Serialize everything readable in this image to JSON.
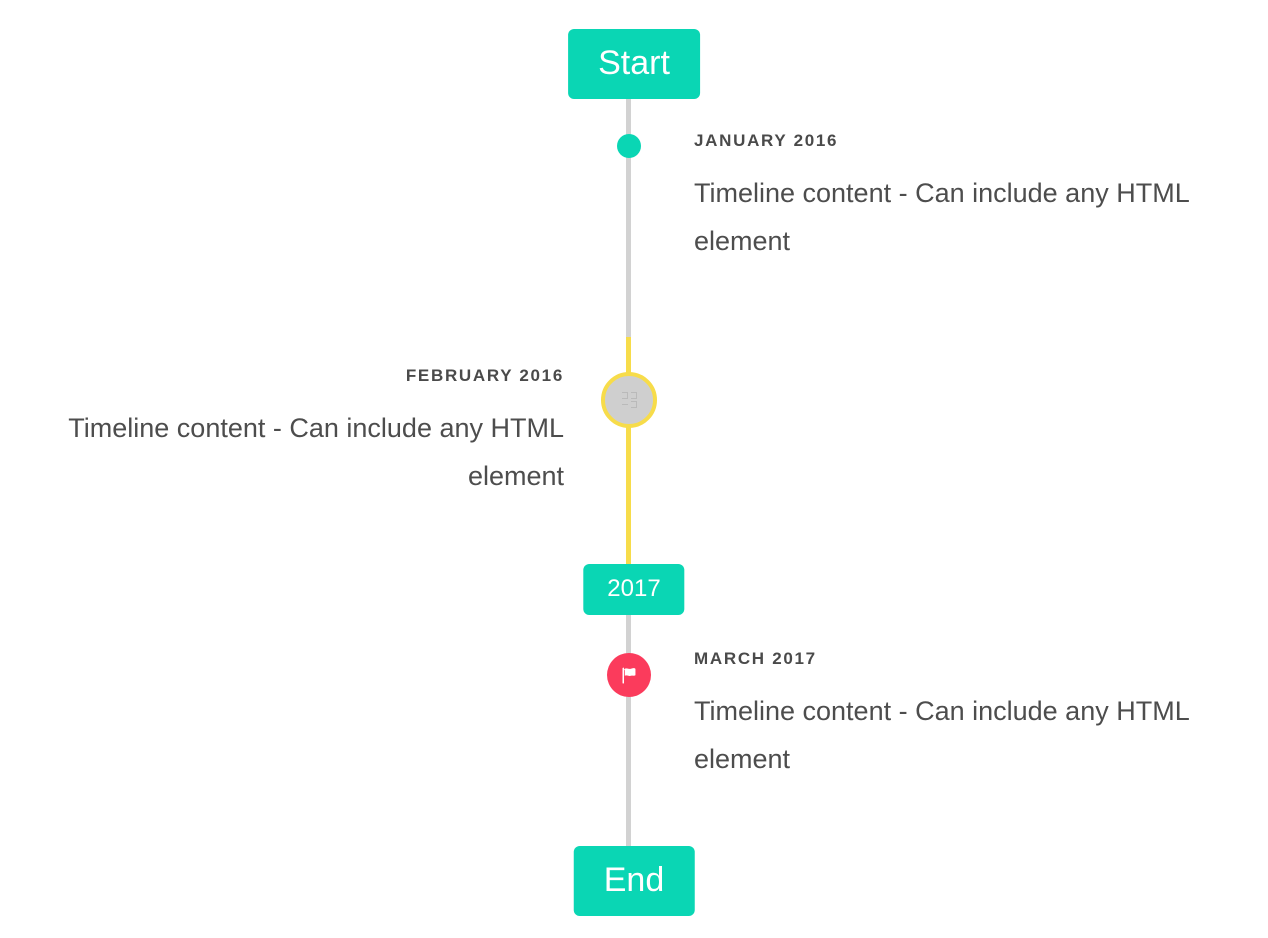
{
  "colors": {
    "accent_teal": "#0ad6b4",
    "accent_yellow": "#f7dc4a",
    "accent_pink": "#fb3b5c",
    "line_gray": "#d2d2d2",
    "marker_gray": "#cfcfcf",
    "text_dark": "#4a4a4a",
    "background": "#ffffff"
  },
  "timeline": {
    "start_label": "Start",
    "end_label": "End",
    "divider_label": "2017",
    "entries": [
      {
        "date": "JANUARY 2016",
        "body": "Timeline content - Can include any HTML element",
        "side": "right",
        "marker": "dot"
      },
      {
        "date": "FEBRUARY 2016",
        "body": "Timeline content - Can include any HTML element",
        "side": "left",
        "marker": "ringed"
      },
      {
        "date": "MARCH 2017",
        "body": "Timeline content - Can include any HTML element",
        "side": "right",
        "marker": "flag"
      }
    ]
  }
}
